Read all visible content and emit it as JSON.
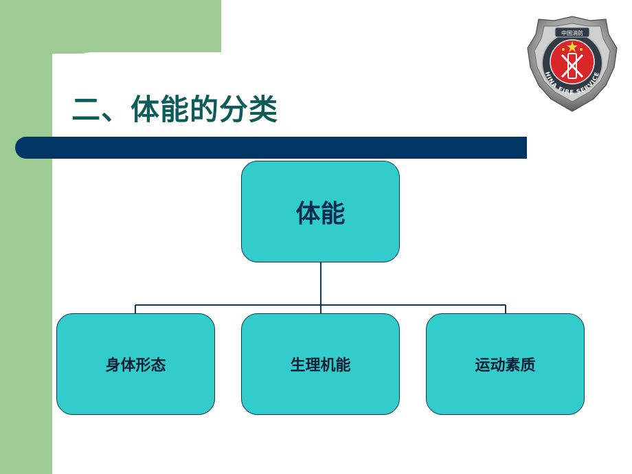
{
  "slide": {
    "title": "二、体能的分类",
    "colors": {
      "background_accent": "#9dcb93",
      "title_text": "#0d5c5a",
      "title_bar": "#023664",
      "node_fill": "#33cccc",
      "node_border": "#0b3a56"
    }
  },
  "org_chart": {
    "root": {
      "label": "体能"
    },
    "children": [
      {
        "label": "身体形态"
      },
      {
        "label": "生理机能"
      },
      {
        "label": "运动素质"
      }
    ]
  },
  "emblem": {
    "icon": "china-fire-services-badge-icon",
    "text_top": "中国消防",
    "text_ring": "CHINA FIRE SERVICES"
  }
}
